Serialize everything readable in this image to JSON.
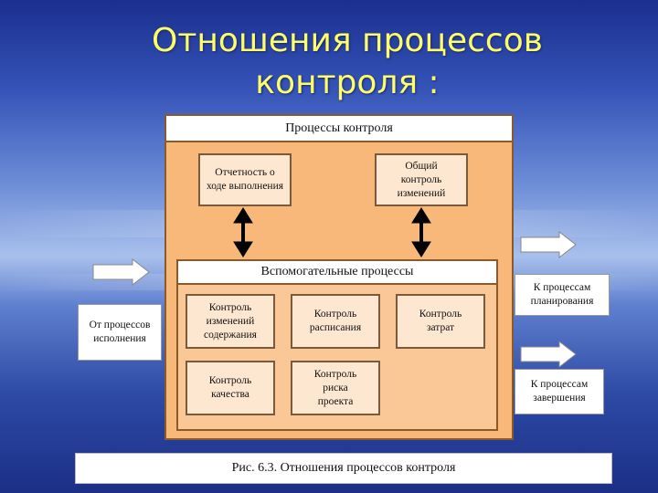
{
  "title": "Отношения процессов контроля :",
  "diagram": {
    "header": "Процессы контроля",
    "top_left": "Отчетность о ходе выполнения",
    "top_right": "Общий контроль изменений",
    "support_header": "Вспомогательные процессы",
    "sub_scope": "Контроль изменений содержания",
    "sub_schedule": "Контроль расписания",
    "sub_cost": "Контроль затрат",
    "sub_quality": "Контроль качества",
    "sub_risk": "Контроль риска проекта",
    "input": "От процессов исполнения",
    "out_planning": "К процессам планирования",
    "out_closing": "К процессам завершения"
  },
  "caption": "Рис. 6.3. Отношения процессов контроля",
  "colors": {
    "title": "#ffff66",
    "frame": "#f7b87a",
    "inner": "#f9c896"
  }
}
